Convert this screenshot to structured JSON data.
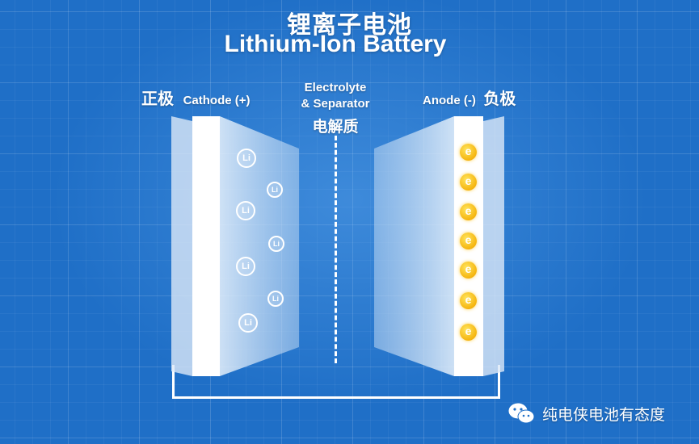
{
  "title": {
    "cn": "锂离子电池",
    "en": "Lithium-Ion Battery"
  },
  "cathode": {
    "cn": "正极",
    "en": "Cathode (+)",
    "ion_label": "Li"
  },
  "anode": {
    "en": "Anode (-)",
    "cn": "负极",
    "electron_label": "e"
  },
  "electrolyte": {
    "line1": "Electrolyte",
    "line2": "& Separator",
    "cn": "电解质"
  },
  "watermark": {
    "text": "纯电侠电池有态度",
    "icon": "wechat-icon"
  },
  "colors": {
    "background": "#1f6fc7",
    "electron": "#f5b50f",
    "foreground": "#ffffff"
  }
}
